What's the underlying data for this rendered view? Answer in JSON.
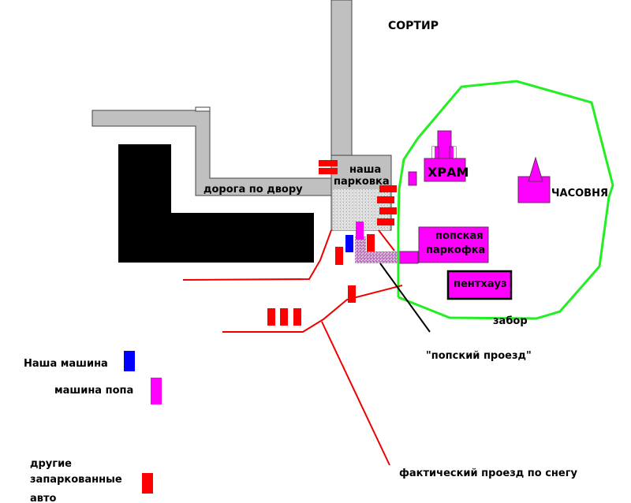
{
  "diagram": {
    "title": "Схема проезда",
    "labels": {
      "toilet": "СОРТИР",
      "our_parking_line1": "наша",
      "our_parking_line2": "парковка",
      "yard_road": "дорога по двору",
      "temple": "ХРАМ",
      "chapel": "ЧАСОВНЯ",
      "priest_parking_line1": "попская",
      "priest_parking_line2": "паркофка",
      "penthouse": "пентхауз",
      "fence": "забор",
      "priest_driveway": "\"попский проезд\"",
      "actual_snow_path": "фактический проезд по снегу"
    },
    "legend": {
      "our_car": {
        "label": "Наша машина",
        "color": "#0000ff"
      },
      "priest_car": {
        "label": "машина попа",
        "color": "#ff00ff"
      },
      "other_cars": {
        "label_line1": "другие",
        "label_line2": "запаркованные",
        "label_line3": "авто",
        "color": "#ff0000"
      }
    },
    "colors": {
      "road": "#c0c0c0",
      "building": "#000000",
      "church_buildings": "#ff00ff",
      "fence": "#00e000",
      "paths": "#ff0000",
      "pointer": "#000000"
    }
  }
}
